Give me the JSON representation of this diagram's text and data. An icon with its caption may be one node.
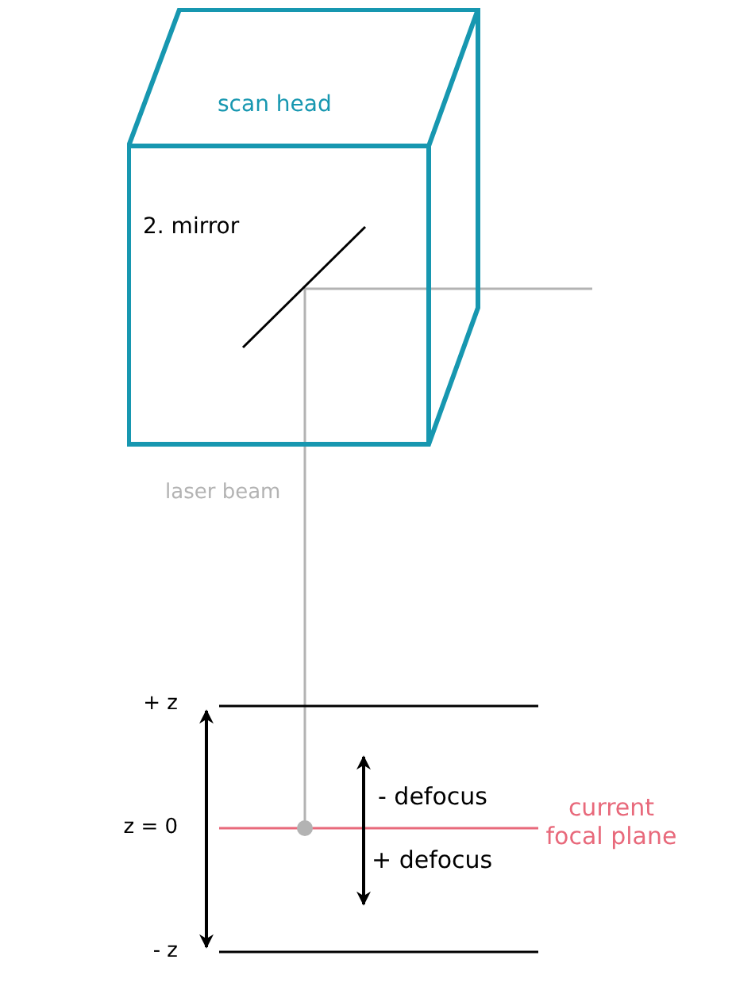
{
  "diagram": {
    "nodes": [
      {
        "text": [
          "scan head",
          "2. mirror"
        ]
      }
    ],
    "labels": [
      "laser beam",
      "+ z",
      "- defocus",
      "z = 0",
      "current focal plane",
      "+ defocus",
      "- z"
    ]
  }
}
